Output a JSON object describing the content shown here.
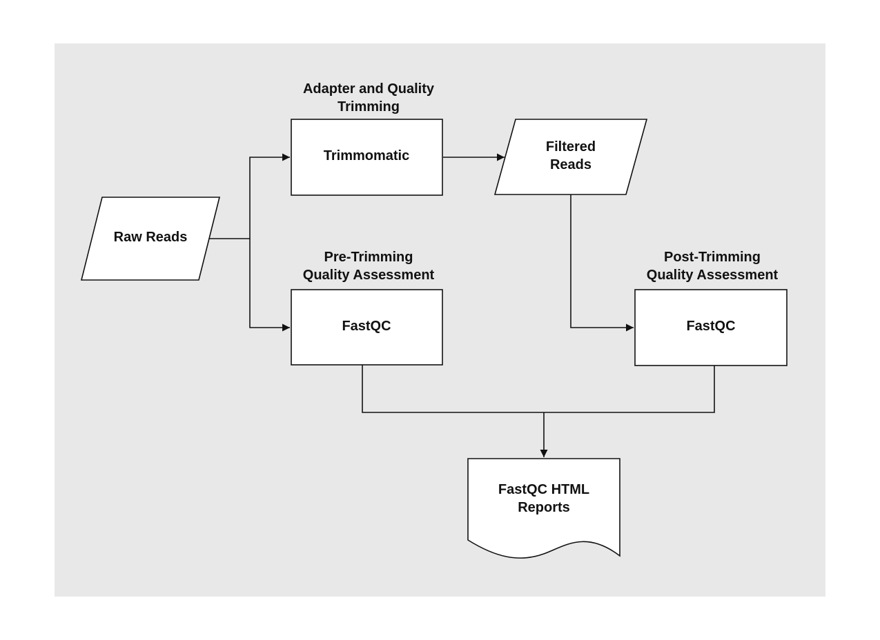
{
  "colors": {
    "panel_background": "#e8e8e8",
    "shape_fill": "#ffffff",
    "stroke": "#111111"
  },
  "nodes": {
    "raw_reads": {
      "label": "Raw Reads",
      "shape": "parallelogram"
    },
    "trimmomatic": {
      "label": "Trimmomatic",
      "shape": "rectangle",
      "caption_lines": [
        "Adapter and Quality",
        "Trimming"
      ]
    },
    "filtered_reads": {
      "label_lines": [
        "Filtered",
        "Reads"
      ],
      "shape": "parallelogram"
    },
    "fastqc_pre": {
      "label": "FastQC",
      "shape": "rectangle",
      "caption_lines": [
        "Pre-Trimming",
        "Quality Assessment"
      ]
    },
    "fastqc_post": {
      "label": "FastQC",
      "shape": "rectangle",
      "caption_lines": [
        "Post-Trimming",
        "Quality Assessment"
      ]
    },
    "reports": {
      "label_lines": [
        "FastQC HTML",
        "Reports"
      ],
      "shape": "document"
    }
  },
  "edges": [
    {
      "from": "raw_reads",
      "to": "trimmomatic"
    },
    {
      "from": "raw_reads",
      "to": "fastqc_pre"
    },
    {
      "from": "trimmomatic",
      "to": "filtered_reads"
    },
    {
      "from": "filtered_reads",
      "to": "fastqc_post"
    },
    {
      "from": "fastqc_pre",
      "to": "reports"
    },
    {
      "from": "fastqc_post",
      "to": "reports"
    }
  ]
}
